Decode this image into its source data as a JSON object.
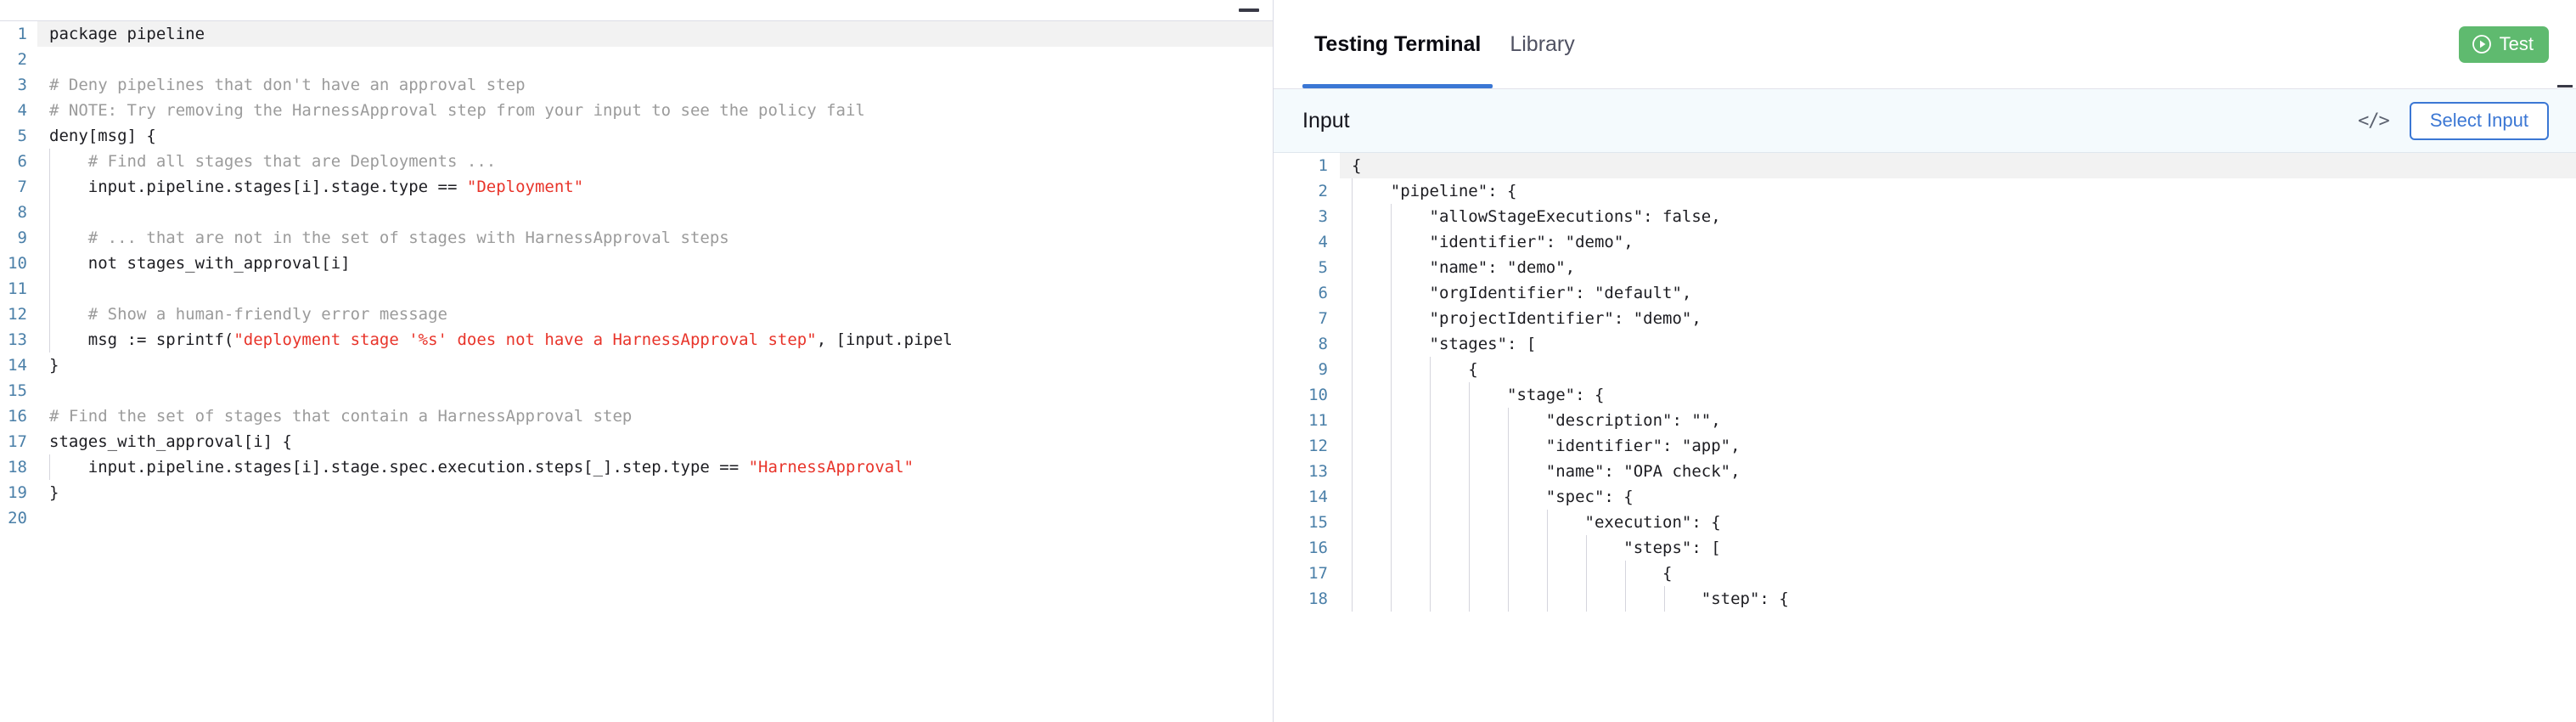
{
  "editor": {
    "name": "policy-code-editor",
    "language": "rego",
    "minimize_icon": "minimize-icon",
    "active_line": 1,
    "total_lines": 20,
    "lines": [
      {
        "num": "1",
        "indent": 0,
        "tokens": [
          {
            "t": "plain",
            "s": "package pipeline"
          }
        ]
      },
      {
        "num": "2",
        "indent": 0,
        "tokens": []
      },
      {
        "num": "3",
        "indent": 0,
        "tokens": [
          {
            "t": "comment",
            "s": "# Deny pipelines that don't have an approval step"
          }
        ]
      },
      {
        "num": "4",
        "indent": 0,
        "tokens": [
          {
            "t": "comment",
            "s": "# NOTE: Try removing the HarnessApproval step from your input to see the policy fail"
          }
        ]
      },
      {
        "num": "5",
        "indent": 0,
        "tokens": [
          {
            "t": "plain",
            "s": "deny[msg] {"
          }
        ]
      },
      {
        "num": "6",
        "indent": 1,
        "tokens": [
          {
            "t": "comment",
            "s": "    # Find all stages that are Deployments ..."
          }
        ]
      },
      {
        "num": "7",
        "indent": 1,
        "tokens": [
          {
            "t": "plain",
            "s": "    input.pipeline.stages[i].stage.type == "
          },
          {
            "t": "string",
            "s": "\"Deployment\""
          }
        ]
      },
      {
        "num": "8",
        "indent": 1,
        "tokens": []
      },
      {
        "num": "9",
        "indent": 1,
        "tokens": [
          {
            "t": "comment",
            "s": "    # ... that are not in the set of stages with HarnessApproval steps"
          }
        ]
      },
      {
        "num": "10",
        "indent": 1,
        "tokens": [
          {
            "t": "plain",
            "s": "    not stages_with_approval[i]"
          }
        ]
      },
      {
        "num": "11",
        "indent": 1,
        "tokens": []
      },
      {
        "num": "12",
        "indent": 1,
        "tokens": [
          {
            "t": "comment",
            "s": "    # Show a human-friendly error message"
          }
        ]
      },
      {
        "num": "13",
        "indent": 1,
        "tokens": [
          {
            "t": "plain",
            "s": "    msg := sprintf("
          },
          {
            "t": "string",
            "s": "\"deployment stage '%s' does not have a HarnessApproval step\""
          },
          {
            "t": "plain",
            "s": ", [input.pipel"
          }
        ]
      },
      {
        "num": "14",
        "indent": 0,
        "tokens": [
          {
            "t": "plain",
            "s": "}"
          }
        ]
      },
      {
        "num": "15",
        "indent": 0,
        "tokens": []
      },
      {
        "num": "16",
        "indent": 0,
        "tokens": [
          {
            "t": "comment",
            "s": "# Find the set of stages that contain a HarnessApproval step"
          }
        ]
      },
      {
        "num": "17",
        "indent": 0,
        "tokens": [
          {
            "t": "plain",
            "s": "stages_with_approval[i] {"
          }
        ]
      },
      {
        "num": "18",
        "indent": 1,
        "tokens": [
          {
            "t": "plain",
            "s": "    input.pipeline.stages[i].stage.spec.execution.steps[_].step.type == "
          },
          {
            "t": "string",
            "s": "\"HarnessApproval\""
          }
        ]
      },
      {
        "num": "19",
        "indent": 0,
        "tokens": [
          {
            "t": "plain",
            "s": "}"
          }
        ]
      },
      {
        "num": "20",
        "indent": 0,
        "tokens": []
      }
    ]
  },
  "terminal": {
    "tabs": [
      {
        "label": "Testing Terminal",
        "active": true
      },
      {
        "label": "Library",
        "active": false
      }
    ],
    "test_button": {
      "label": "Test",
      "icon": "play-circle-icon",
      "color": "#5fba6f"
    },
    "input_bar": {
      "title": "Input",
      "code_toggle_icon": "</>",
      "select_input_label": "Select Input",
      "accent_color": "#3b77d4"
    },
    "input_json": {
      "active_line": 1,
      "lines": [
        {
          "num": "1",
          "indent": 0,
          "text": "{"
        },
        {
          "num": "2",
          "indent": 1,
          "text": "    \"pipeline\": {"
        },
        {
          "num": "3",
          "indent": 2,
          "text": "        \"allowStageExecutions\": false,"
        },
        {
          "num": "4",
          "indent": 2,
          "text": "        \"identifier\": \"demo\","
        },
        {
          "num": "5",
          "indent": 2,
          "text": "        \"name\": \"demo\","
        },
        {
          "num": "6",
          "indent": 2,
          "text": "        \"orgIdentifier\": \"default\","
        },
        {
          "num": "7",
          "indent": 2,
          "text": "        \"projectIdentifier\": \"demo\","
        },
        {
          "num": "8",
          "indent": 2,
          "text": "        \"stages\": ["
        },
        {
          "num": "9",
          "indent": 3,
          "text": "            {"
        },
        {
          "num": "10",
          "indent": 4,
          "text": "                \"stage\": {"
        },
        {
          "num": "11",
          "indent": 5,
          "text": "                    \"description\": \"\","
        },
        {
          "num": "12",
          "indent": 5,
          "text": "                    \"identifier\": \"app\","
        },
        {
          "num": "13",
          "indent": 5,
          "text": "                    \"name\": \"OPA check\","
        },
        {
          "num": "14",
          "indent": 5,
          "text": "                    \"spec\": {"
        },
        {
          "num": "15",
          "indent": 6,
          "text": "                        \"execution\": {"
        },
        {
          "num": "16",
          "indent": 7,
          "text": "                            \"steps\": ["
        },
        {
          "num": "17",
          "indent": 8,
          "text": "                                {"
        },
        {
          "num": "18",
          "indent": 9,
          "text": "                                    \"step\": {"
        }
      ]
    }
  },
  "colors": {
    "accent_blue": "#3b77d4",
    "gutter_blue": "#4a7fa8",
    "string_red": "#e8342a",
    "comment_gray": "#9b9b9b",
    "test_green": "#5fba6f",
    "input_bar_bg": "#f4fafd"
  }
}
